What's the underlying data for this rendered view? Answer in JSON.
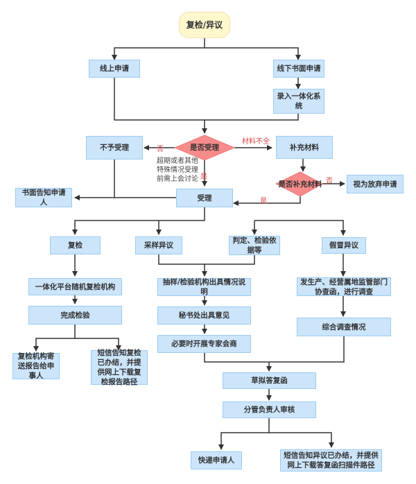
{
  "title": "复检/异议",
  "nodes": {
    "start": "复检/异议",
    "online": "线上申请",
    "offline": "线下书面申请",
    "enter_system": "录入一体化系统",
    "accept_decision": "是否受理",
    "reject": "不予受理",
    "supplement": "补充材料",
    "supplement_decision": "是否补充材料",
    "abandon": "视为放弃申请",
    "notify_written": "书面告知申请人",
    "accept": "受理",
    "recheck": "复检",
    "sampling_objection": "采样异议",
    "judgement_basis": "判定、检验依据等",
    "counterfeit_objection": "假冒异议",
    "random_agency": "一体化平台随机复检机构",
    "complete_test": "完成检验",
    "agency_mail": "复检机构寄送报告给申事人",
    "sms_recheck": "短信告知复检已办结，并提供网上下载复检报告路径",
    "explain": "抽样/检验机构出具情况说明",
    "secretariat": "秘书处出具意见",
    "expert_meeting": "必要时开展专家会商",
    "investigation_letter": "发生产、经营属地监管部门协查函，进行调查",
    "summary_investigation": "综合调查情况",
    "draft_reply": "草拟答复函",
    "leader_review": "分管负责人审核",
    "express": "快递申请人",
    "sms_objection": "短信告知异议已办结，并提供网上下载答复函扫描件路径"
  },
  "edge_labels": {
    "no": "否",
    "yes": "是",
    "materials_incomplete": "材料不全",
    "no2": "否",
    "yes2": "是"
  },
  "annotation": "超期或者其他特殊情况受理前需上会讨论",
  "colors": {
    "process_fill": "#cce5fb",
    "process_border": "#9ccbf2",
    "start_fill": "#fff8cc",
    "decision_fill": "#f78b8b",
    "edge_label": "#d64545",
    "line": "#333333"
  }
}
